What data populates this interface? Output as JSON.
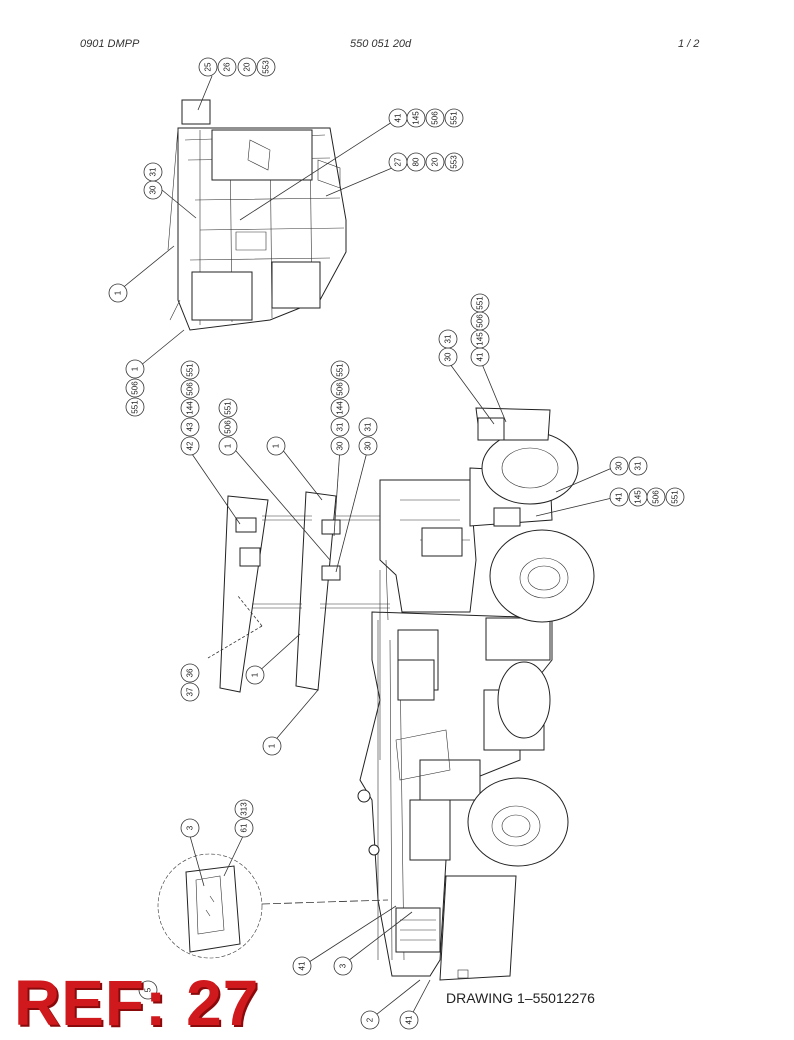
{
  "header": {
    "left": "0901 DMPP",
    "center": "550 051 20d",
    "right": "1 /  2"
  },
  "drawing_number": "DRAWING 1–55012276",
  "stamp": {
    "text": "REF: 27",
    "color": "#d0191c"
  },
  "callouts": {
    "c25": "25",
    "c26": "26",
    "c20a": "20",
    "c553a": "553",
    "c41a": "41",
    "c145a": "145",
    "c506a": "506",
    "c551a": "551",
    "c27": "27",
    "c80": "80",
    "c20b": "20",
    "c553b": "553",
    "c30a": "30",
    "c31a": "31",
    "c1a": "1",
    "c1b": "1",
    "c506b": "506",
    "c551b": "551",
    "c42": "42",
    "c43": "43",
    "c144a": "144",
    "c506c": "506",
    "c551c": "551",
    "c1c": "1",
    "c506d": "506",
    "c551d": "551",
    "c1d": "1",
    "c30b": "30",
    "c31b": "31",
    "c144b": "144",
    "c506e": "506",
    "c551e": "551",
    "c30c": "30",
    "c31c": "31",
    "c30d": "30",
    "c31d": "31",
    "c41b": "41",
    "c145b": "145",
    "c506f": "506",
    "c551f": "551",
    "c30e": "30",
    "c31e": "31",
    "c41c": "41",
    "c145c": "145",
    "c506g": "506",
    "c551g": "551",
    "c36": "36",
    "c37": "37",
    "c1e": "1",
    "c1f": "1",
    "c3a": "3",
    "c61": "61",
    "c313": "313",
    "c41d": "41",
    "c3b": "3",
    "c2": "2",
    "c41e": "41",
    "c5": "5"
  }
}
